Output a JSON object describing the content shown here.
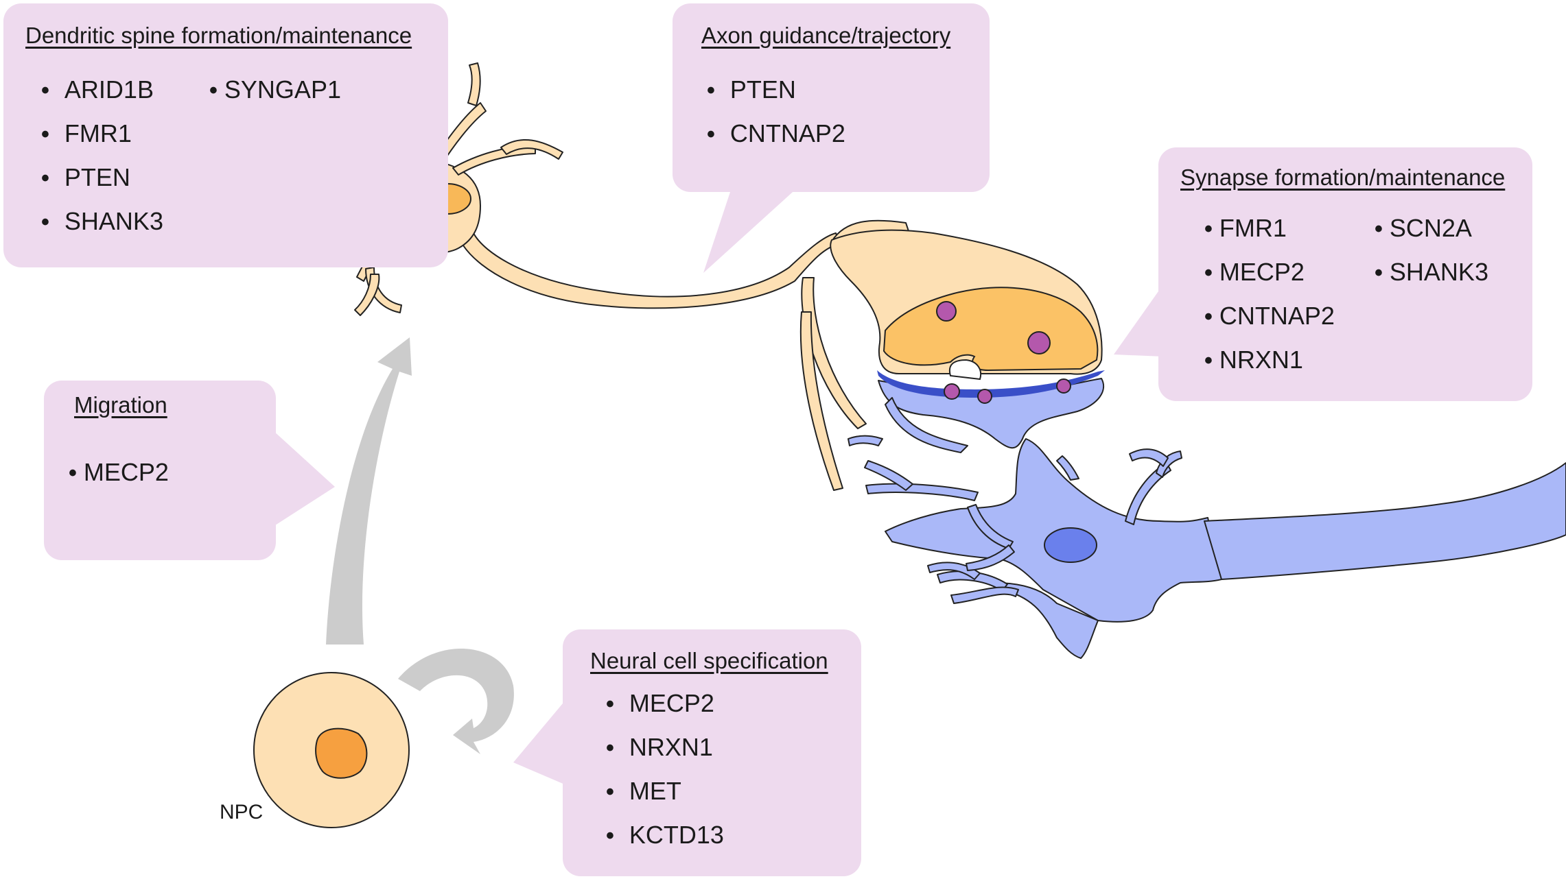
{
  "boxes": {
    "dendritic": {
      "title": "Dendritic spine formation/maintenance",
      "genes": [
        "ARID1B",
        "FMR1",
        "PTEN",
        "SHANK3",
        "SYNGAP1"
      ]
    },
    "axon": {
      "title": "Axon guidance/trajectory",
      "genes": [
        "PTEN",
        "CNTNAP2"
      ]
    },
    "synapse": {
      "title": "Synapse formation/maintenance",
      "genes": [
        "FMR1",
        "MECP2",
        "CNTNAP2",
        "NRXN1",
        "SCN2A",
        "SHANK3"
      ]
    },
    "migration": {
      "title": "Migration",
      "genes": [
        "MECP2"
      ]
    },
    "specification": {
      "title": "Neural cell specification",
      "genes": [
        "MECP2",
        "NRXN1",
        "MET",
        "KCTD13"
      ]
    }
  },
  "npc_label": "NPC",
  "colors": {
    "box_fill": "#eedaee",
    "presynaptic_neuron": "#fde0b4",
    "presynaptic_nucleus": "#f8b858",
    "postsynaptic_neuron": "#aab8f8",
    "postsynaptic_nucleus": "#6a80ec",
    "vesicle": "#b458ac",
    "arrow": "#cccccc",
    "npc_cell": "#fde0b4",
    "npc_nucleus": "#f6a040"
  }
}
